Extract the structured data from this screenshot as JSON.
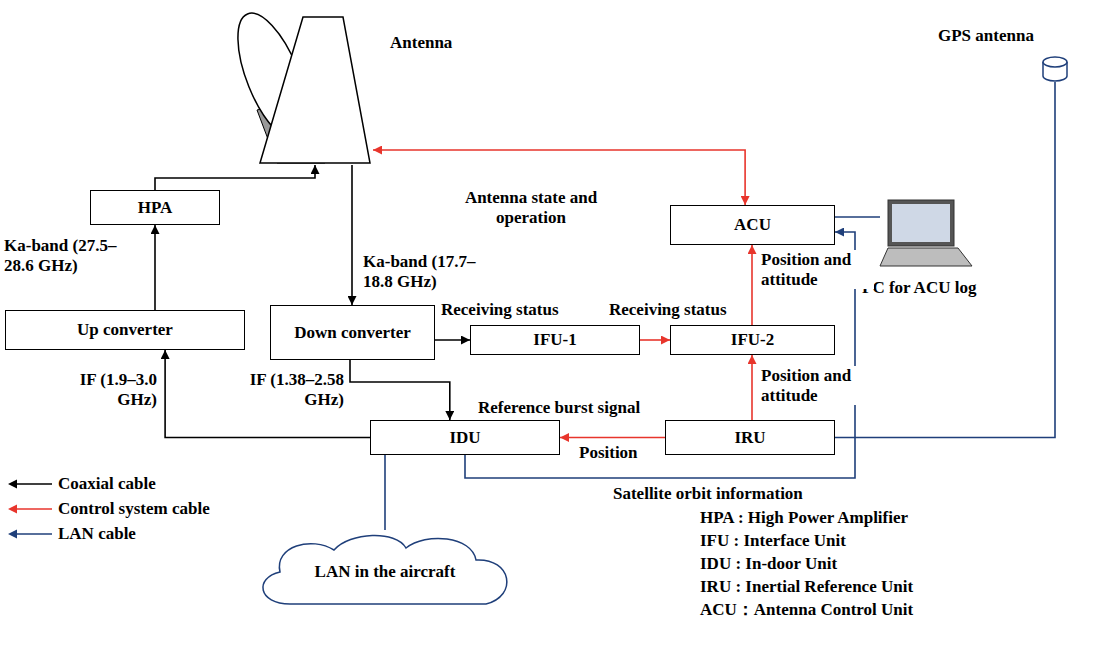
{
  "diagram": {
    "nodes": [
      {
        "text": [
          "Antenna"
        ]
      },
      {
        "text": [
          "GPS antenna"
        ]
      },
      {
        "text": [
          "ACU"
        ]
      },
      {
        "text": [
          "PC for ACU log"
        ]
      },
      {
        "text": [
          "HPA"
        ]
      },
      {
        "text": [
          "Up converter"
        ]
      },
      {
        "text": [
          "Down converter"
        ]
      },
      {
        "text": [
          "IFU-1"
        ]
      },
      {
        "text": [
          "IFU-2"
        ]
      },
      {
        "text": [
          "IDU"
        ]
      },
      {
        "text": [
          "IRU"
        ]
      },
      {
        "text": [
          "LAN in the aircraft"
        ]
      }
    ],
    "edges": [
      {
        "from": 4,
        "to": 0,
        "arrow": "to"
      },
      {
        "from": 5,
        "to": 4,
        "label": "Ka-band (27.5–28.6 GHz)",
        "arrow": "to"
      },
      {
        "from": 0,
        "to": 6,
        "label": "Ka-band (17.7–18.8 GHz)",
        "arrow": "to"
      },
      {
        "from": 0,
        "to": 2,
        "label": "Antenna state and operation",
        "arrow": "both"
      },
      {
        "from": 6,
        "to": 7,
        "label": "Receiving status",
        "arrow": "to"
      },
      {
        "from": 7,
        "to": 8,
        "label": "Receiving status",
        "arrow": "to"
      },
      {
        "from": 8,
        "to": 2,
        "label": "Position and attitude",
        "arrow": "to"
      },
      {
        "from": 10,
        "to": 8,
        "label": "Position and attitude",
        "arrow": "to"
      },
      {
        "from": 10,
        "to": 9,
        "label": "Position",
        "arrow": "to"
      },
      {
        "from": 6,
        "to": 9,
        "label": "IF (1.38–2.58 GHz)",
        "arrow": "to"
      },
      {
        "from": 9,
        "to": 5,
        "label": "IF (1.9–3.0 GHz)",
        "arrow": "to"
      },
      {
        "from": 9,
        "to": 2,
        "label": "Satellite orbit information",
        "arrow": "to"
      },
      {
        "from": 3,
        "to": 2,
        "arrow": "none"
      },
      {
        "from": 10,
        "to": 1,
        "arrow": "none"
      },
      {
        "from": 9,
        "to": 11,
        "arrow": "none"
      }
    ],
    "labels": [
      "Reference burst signal",
      "HPA : High Power Amplifier",
      "IFU : Interface Unit",
      "IDU : In-door Unit",
      "IRU : Inertial Reference Unit",
      "ACU：Antenna Control Unit"
    ],
    "legend": [
      {
        "text": "Coaxial cable"
      },
      {
        "text": "Control system cable"
      },
      {
        "text": "LAN cable"
      }
    ]
  }
}
